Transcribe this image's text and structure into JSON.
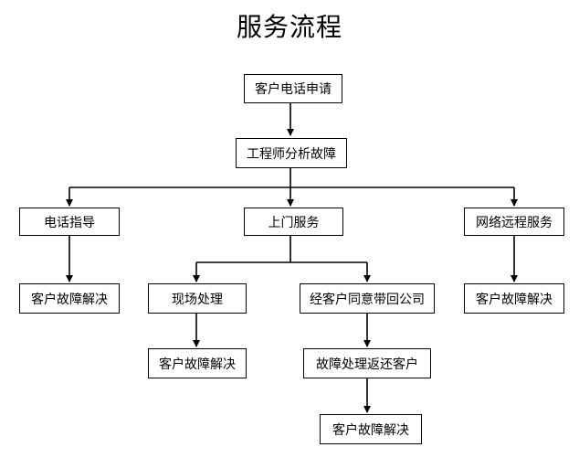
{
  "title": "服务流程",
  "nodes": {
    "request": "客户电话申请",
    "analyze": "工程师分析故障",
    "phone_guide": "电话指导",
    "onsite": "上门服务",
    "remote": "网络远程服务",
    "resolved_phone": "客户故障解决",
    "onsite_handle": "现场处理",
    "take_back": "经客户同意带回公司",
    "resolved_remote": "客户故障解决",
    "resolved_onsite": "客户故障解决",
    "repair_return": "故障处理返还客户",
    "resolved_return": "客户故障解决"
  }
}
